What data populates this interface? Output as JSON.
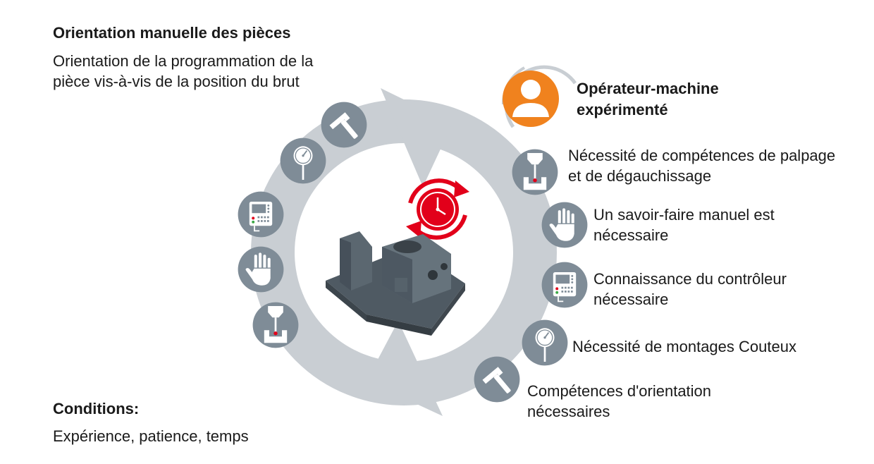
{
  "heading": {
    "title": "Orientation manuelle des pièces",
    "subtitle": "Orientation de la programmation de la pièce vis-à-vis de la position du brut"
  },
  "conditions": {
    "label": "Conditions:",
    "value": "Expérience, patience, temps"
  },
  "operator": {
    "title": "Opérateur-machine expérimenté",
    "icon": "operator-avatar-icon"
  },
  "requirements": [
    {
      "label": "Nécessité de compétences de palpage et de dégauchissage",
      "icon": "probe-icon"
    },
    {
      "label": "Un savoir-faire manuel est nécessaire",
      "icon": "hand-icon"
    },
    {
      "label": "Connaissance du contrôleur nécessaire",
      "icon": "controller-icon"
    },
    {
      "label": "Nécessité de montages Couteux",
      "icon": "gauge-icon"
    },
    {
      "label": "Compétences d'orientation nécessaires",
      "icon": "hammer-icon"
    }
  ],
  "left_icons": [
    "hammer-icon",
    "gauge-icon",
    "controller-icon",
    "hand-icon",
    "probe-icon"
  ],
  "colors": {
    "ring": "#c9ced3",
    "icon_circle": "#7f8c97",
    "accent_orange": "#f0821e",
    "accent_red": "#e2001a",
    "text": "#1a1a1a"
  }
}
